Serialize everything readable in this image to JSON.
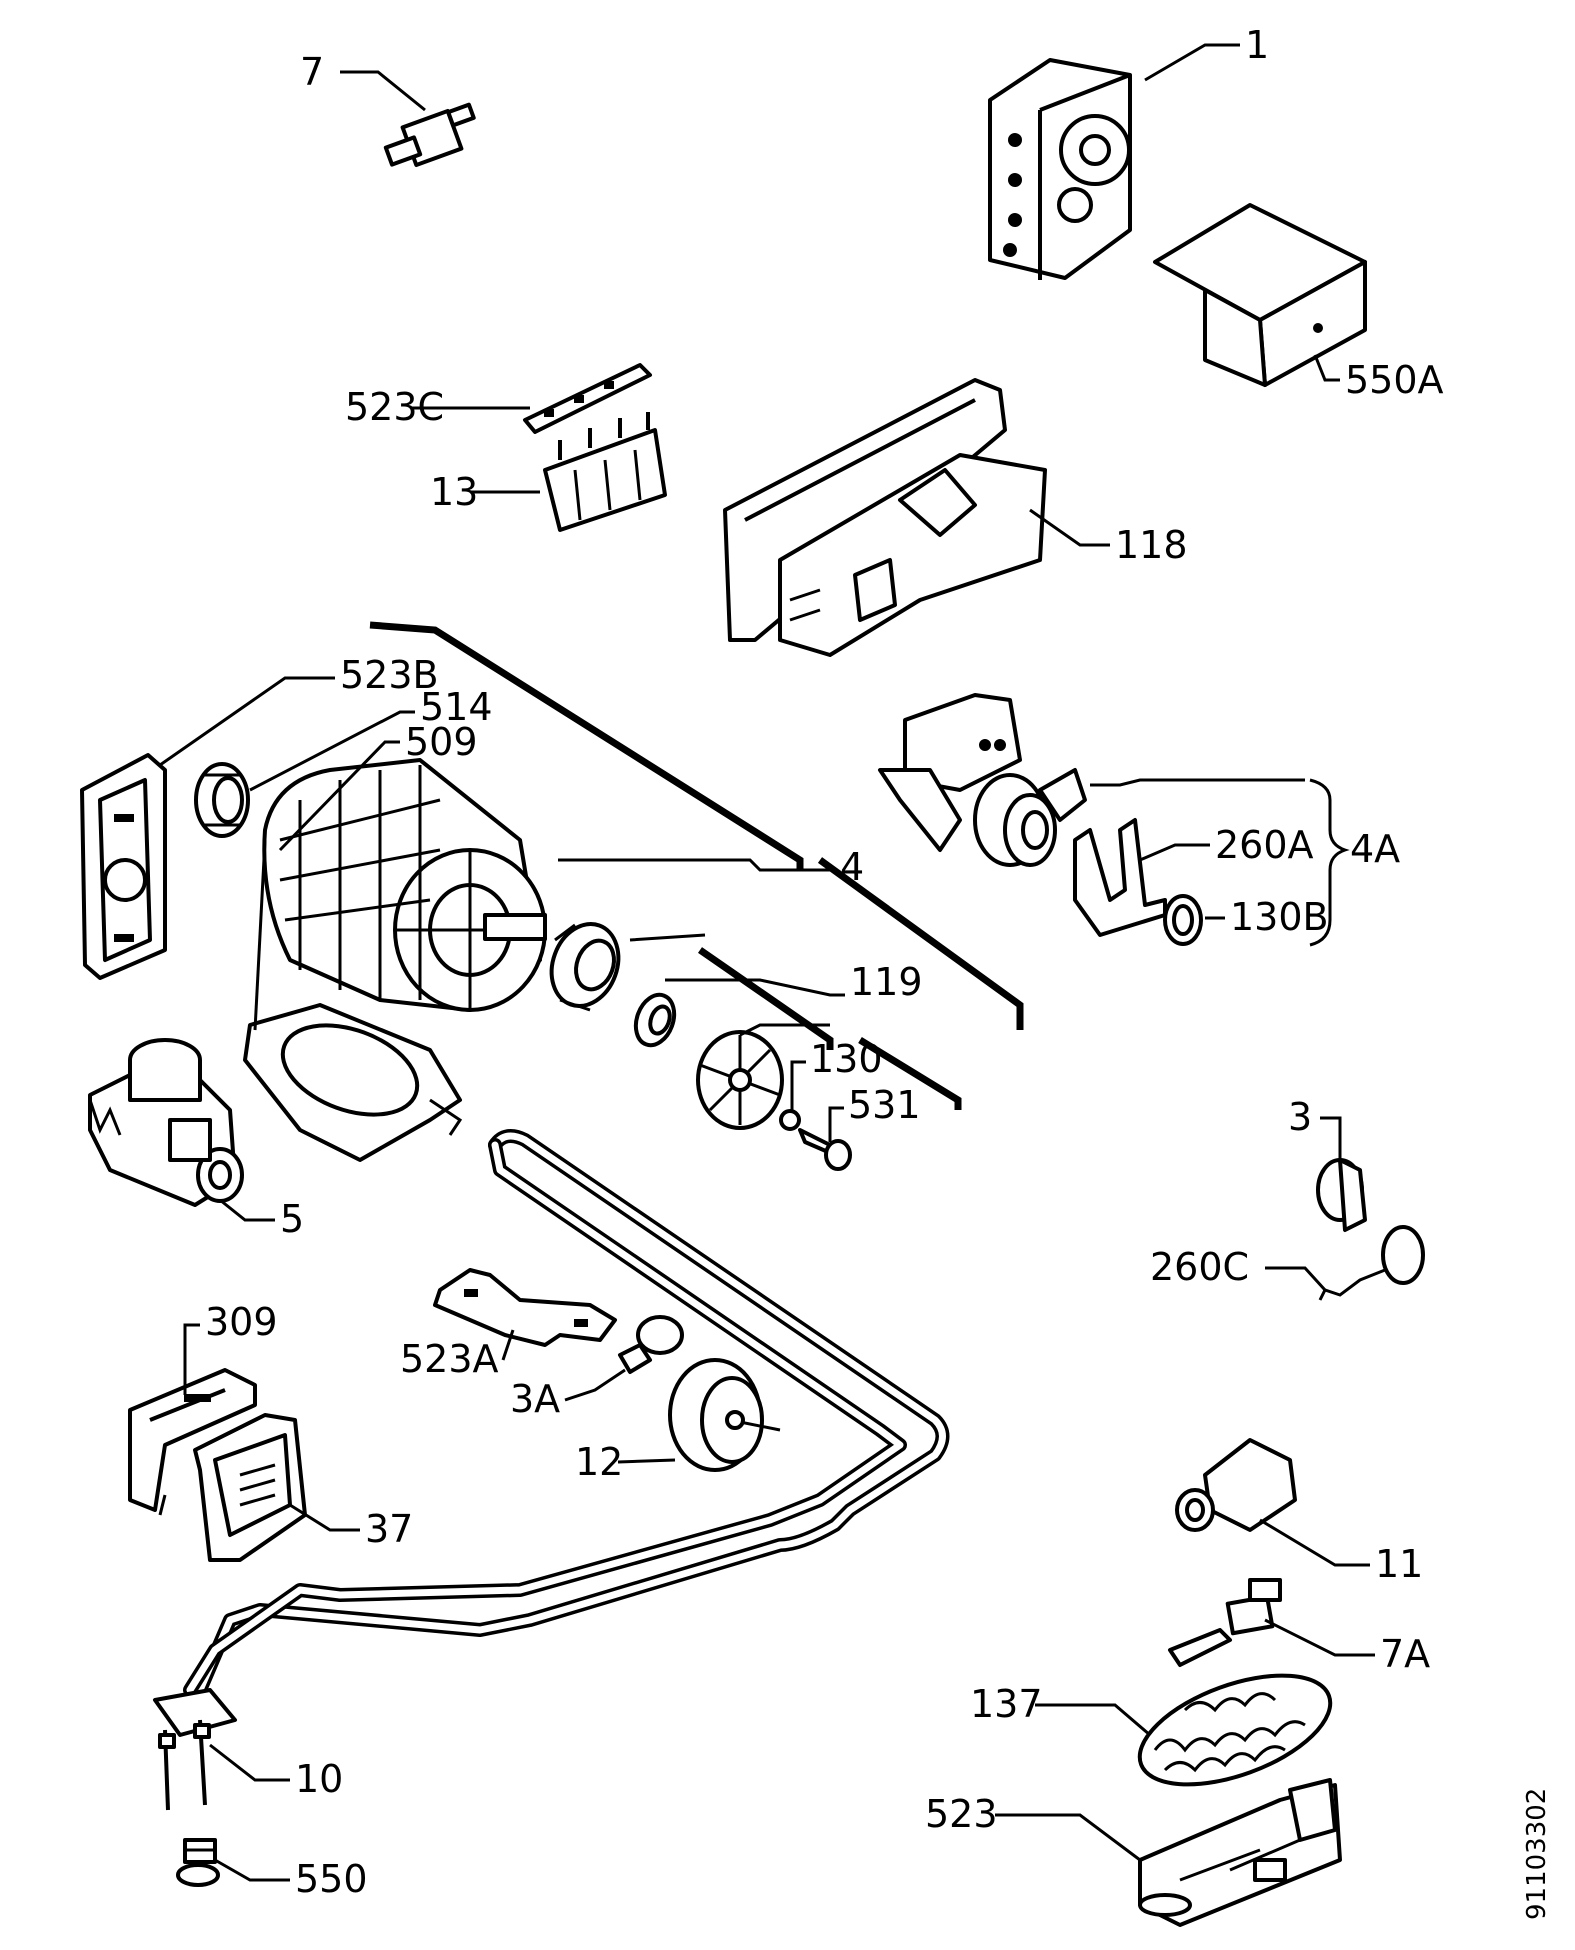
{
  "doc_number": "91103302",
  "labels": {
    "p1": "1",
    "p7": "7",
    "p550A": "550A",
    "p523C": "523C",
    "p13": "13",
    "p118": "118",
    "p523B": "523B",
    "p514": "514",
    "p509": "509",
    "p4": "4",
    "p260A": "260A",
    "p4A": "4A",
    "p130B": "130B",
    "p119": "119",
    "p130": "130",
    "p531": "531",
    "p5": "5",
    "p3": "3",
    "p260C": "260C",
    "p309": "309",
    "p523A": "523A",
    "p3A": "3A",
    "p12": "12",
    "p37": "37",
    "p11": "11",
    "p7A": "7A",
    "p137": "137",
    "p523": "523",
    "p10": "10",
    "p550": "550"
  }
}
